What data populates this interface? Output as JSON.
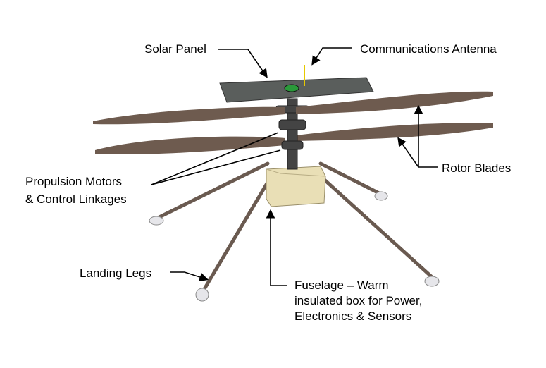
{
  "labels": {
    "solar_panel": "Solar Panel",
    "antenna": "Communications Antenna",
    "rotor_blades": "Rotor Blades",
    "propulsion_line1": "Propulsion Motors",
    "propulsion_line2": "& Control Linkages",
    "landing_legs": "Landing Legs",
    "fuselage_line1": "Fuselage – Warm",
    "fuselage_line2": "insulated box for Power,",
    "fuselage_line3": "Electronics & Sensors"
  },
  "colors": {
    "blade": "#6e5b4f",
    "panel": "#5a5e5c",
    "fuselage": "#e9dfb6",
    "leg": "#6a5a50"
  }
}
